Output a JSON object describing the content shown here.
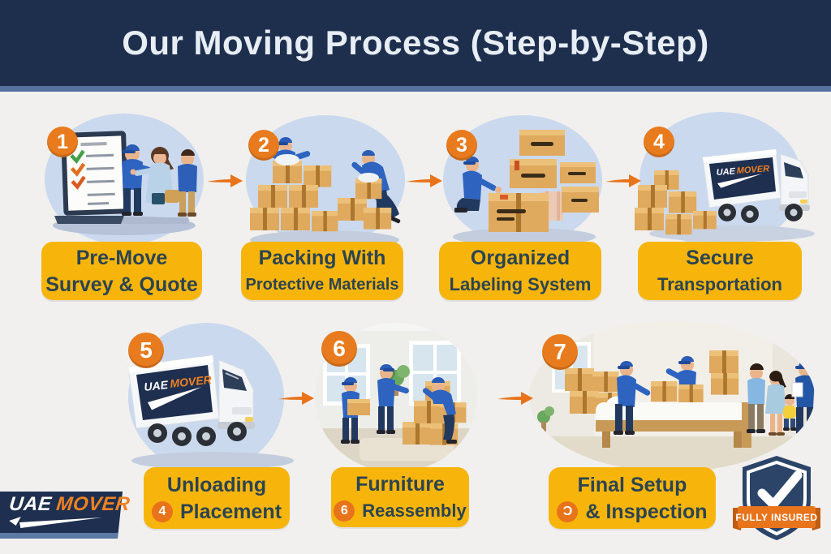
{
  "header": {
    "title": "Our Moving Process (Step-by-Step)"
  },
  "steps": [
    {
      "number": "1",
      "label_line1": "Pre-Move",
      "label_line2": "Survey & Quote"
    },
    {
      "number": "2",
      "label_line1": "Packing With",
      "label_line2": "Protective Materials"
    },
    {
      "number": "3",
      "label_line1": "Organized",
      "label_line2": "Labeling System"
    },
    {
      "number": "4",
      "label_line1": "Secure",
      "label_line2": "Transportation"
    },
    {
      "number": "5",
      "label_line1": "Unloading",
      "label_line2": "Placement",
      "inline_badge": "4"
    },
    {
      "number": "6",
      "label_line1": "Furniture",
      "label_line2": "Reassembly",
      "inline_badge": "6"
    },
    {
      "number": "7",
      "label_line1": "Final Setup",
      "label_line2": "& Inspection",
      "inline_badge": "Ɔ"
    }
  ],
  "logo": {
    "uae": "UAE",
    "mover": "MOVER"
  },
  "truck_brand": {
    "uae": "UAE",
    "mover": "MOVER"
  },
  "insured_badge": {
    "label": "FULLY INSURED"
  },
  "icons": {
    "flow-arrow": "→",
    "check": "✓"
  },
  "colors": {
    "header_navy": "#1e2f4e",
    "accent_orange": "#e8731a",
    "label_yellow": "#f7b50c",
    "circle_blue": "#cbd9ee",
    "brand_navy": "#1e2f4f",
    "brand_orange": "#f08123"
  }
}
